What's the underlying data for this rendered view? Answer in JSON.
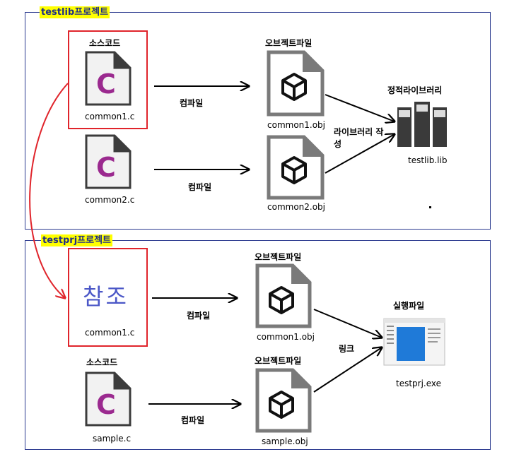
{
  "panels": {
    "testlib": {
      "title": "testlib프로젝트",
      "source_header": "소스코드",
      "files": [
        "common1.c",
        "common2.c"
      ],
      "compile_label": "컴파일",
      "object_header": "오브젝트파일",
      "objects": [
        "common1.obj",
        "common2.obj"
      ],
      "build_label": "라이브러리 작성",
      "library_header": "정적라이브러리",
      "library_file": "testlib.lib"
    },
    "testprj": {
      "title": "testprj프로젝트",
      "reference_text": "참조",
      "ref_file": "common1.c",
      "source_header": "소스코드",
      "source_file": "sample.c",
      "compile_label": "컴파일",
      "object_header": "오브젝트파일",
      "objects": [
        "common1.obj",
        "sample.obj"
      ],
      "link_label": "링크",
      "exe_header": "실행파일",
      "exe_file": "testprj.exe"
    }
  },
  "icons": {
    "c_letter": "C",
    "c_color": "#9b2a8f",
    "accent_red": "#e0242b",
    "panel_border": "#2b3a8f"
  }
}
